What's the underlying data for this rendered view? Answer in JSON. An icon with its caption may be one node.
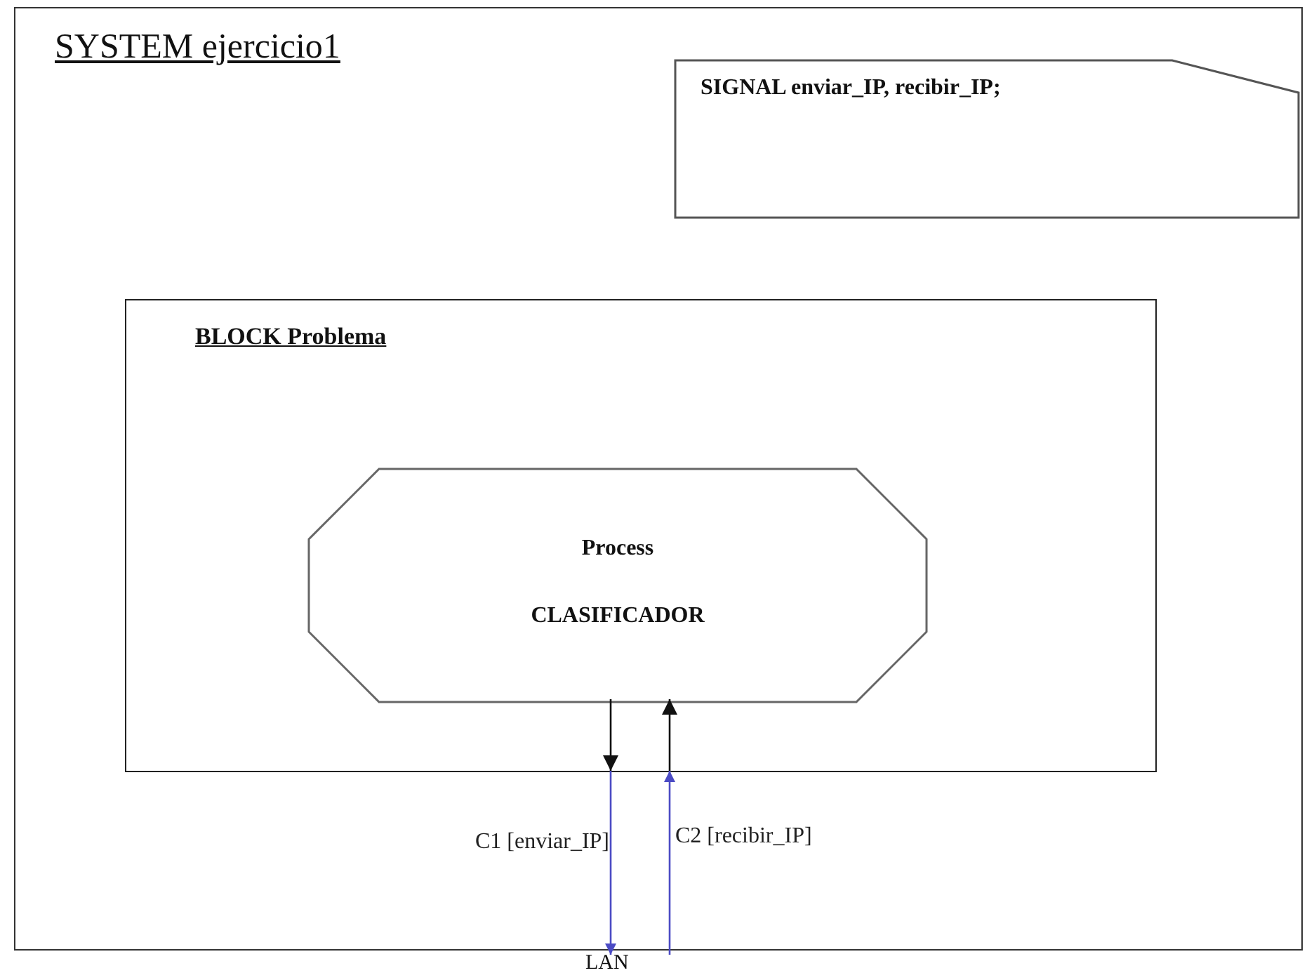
{
  "diagram": {
    "nodes": [
      {
        "text": [
          "SYSTEM ejercicio1"
        ]
      },
      {
        "text": [
          "SIGNAL enviar_IP, recibir_IP;"
        ],
        "in": 0
      },
      {
        "text": [
          "BLOCK Problema"
        ],
        "in": 0
      },
      {
        "text": [
          "Process",
          "CLASIFICADOR"
        ],
        "in": 2
      },
      {
        "text": [
          "LAN"
        ]
      }
    ],
    "edges": [
      {
        "from": 3,
        "to": 2,
        "arrow": "to"
      },
      {
        "from": 2,
        "to": 4,
        "arrow": "to",
        "label": "C1 [enviar_IP]",
        "color": "#4b4bc4"
      },
      {
        "from": 4,
        "to": 2,
        "arrow": "to",
        "label": "C2 [recibir_IP]",
        "color": "#4b4bc4"
      },
      {
        "from": 2,
        "to": 3,
        "arrow": "to"
      }
    ]
  }
}
